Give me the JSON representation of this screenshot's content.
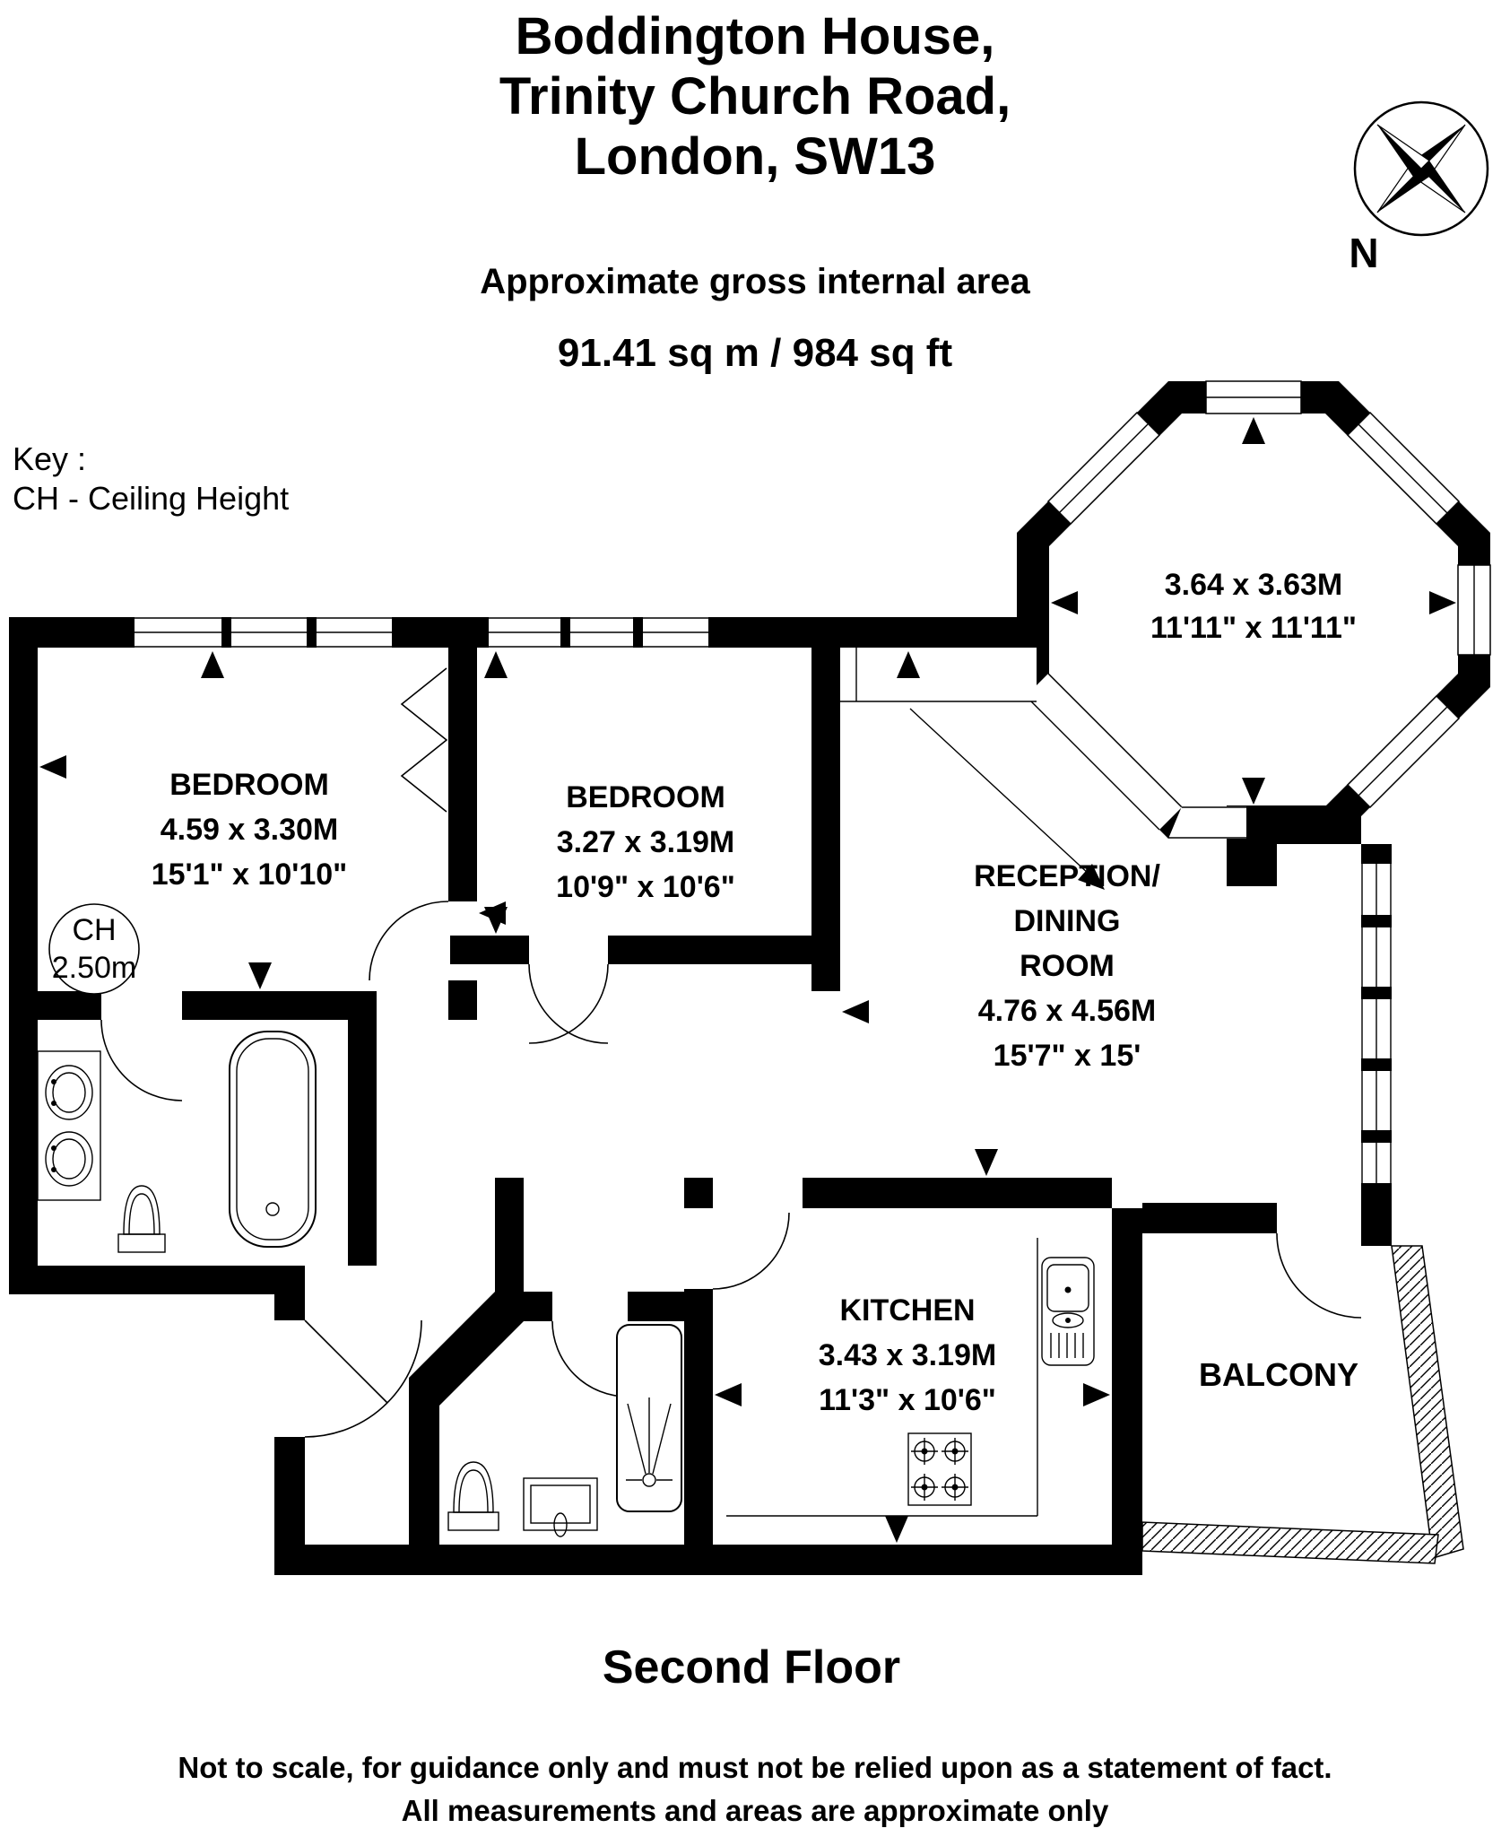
{
  "header": {
    "title_lines": [
      "Boddington House,",
      "Trinity Church Road,",
      "London, SW13"
    ],
    "subtitle": "Approximate gross internal area",
    "area": "91.41 sq m /  984 sq ft"
  },
  "key": {
    "line1": "Key :",
    "line2": "CH - Ceiling Height"
  },
  "compass": {
    "label": "N"
  },
  "rooms": {
    "bedroom1": {
      "name": "BEDROOM",
      "metric": "4.59 x 3.30M",
      "imperial": "15'1\" x 10'10\""
    },
    "bedroom2": {
      "name": "BEDROOM",
      "metric": "3.27 x 3.19M",
      "imperial": "10'9\" x 10'6\""
    },
    "reception": {
      "name_lines": [
        "RECEPTION/",
        "DINING",
        "ROOM"
      ],
      "metric": "4.76 x 4.56M",
      "imperial": "15'7\" x 15'"
    },
    "bay": {
      "metric": "3.64 x 3.63M",
      "imperial": "11'11\" x 11'11\""
    },
    "kitchen": {
      "name": "KITCHEN",
      "metric": "3.43 x 3.19M",
      "imperial": "11'3\" x 10'6\""
    },
    "balcony": {
      "name": "BALCONY"
    }
  },
  "ceiling_height": {
    "line1": "CH",
    "line2": "2.50m"
  },
  "floor_label": "Second Floor",
  "disclaimer": [
    "Not to scale, for guidance only and must not be relied upon as a statement of fact.",
    "All measurements and areas are approximate only"
  ],
  "colors": {
    "wall": "#000000",
    "background": "#ffffff"
  }
}
